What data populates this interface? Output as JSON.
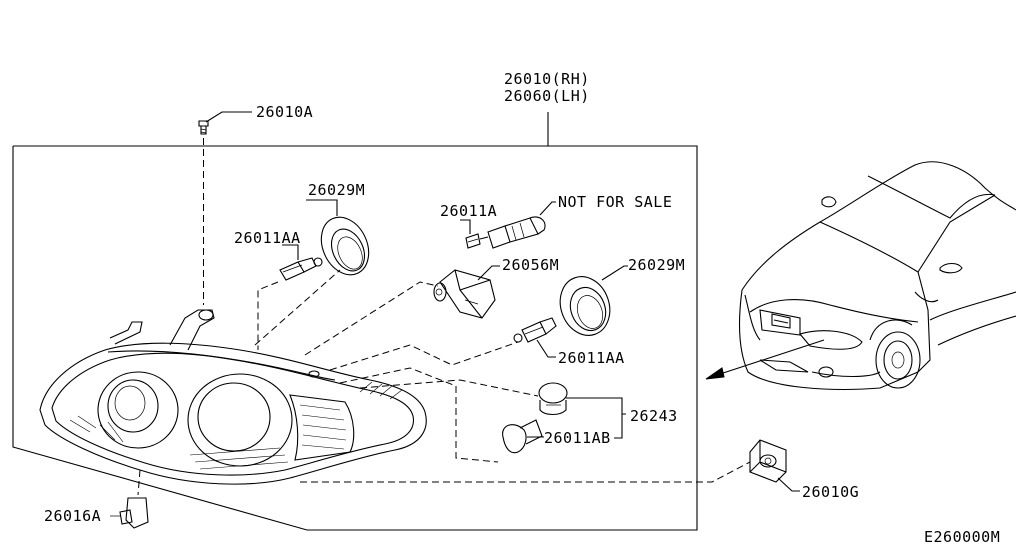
{
  "labels": {
    "assembly_rh": "26010(RH)",
    "assembly_lh": "26060(LH)",
    "screw": "26010A",
    "gasket_upper": "26029M",
    "bulb_aa_upper": "26011AA",
    "bulb_a": "26011A",
    "not_for_sale": "NOT FOR SALE",
    "socket": "26056M",
    "gasket_right": "26029M",
    "bulb_aa_lower": "26011AA",
    "bulb_socket_assy": "26243",
    "bulb_ab": "26011AB",
    "clip": "26010G",
    "bracket": "26016A",
    "diagram_code": "E260000M"
  }
}
